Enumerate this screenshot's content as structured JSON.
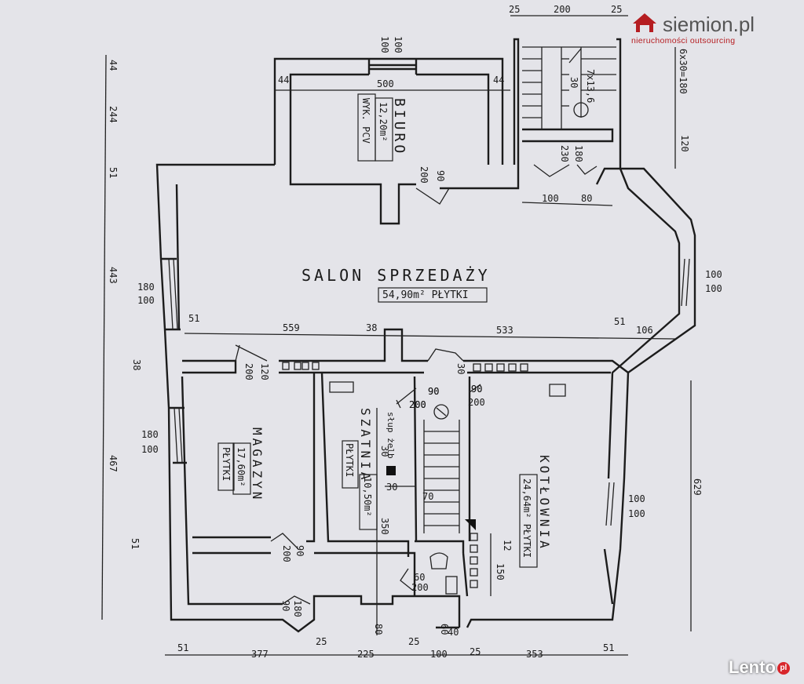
{
  "brand": {
    "name": "siemion.pl",
    "tagline": "nieruchomości outsourcing",
    "icon": "house-logo-icon",
    "accent": "#b51d21"
  },
  "watermark": {
    "name": "Lento",
    "suffix": "pl"
  },
  "rooms": {
    "biuro": {
      "name": "BIURO",
      "area": "12,20m²",
      "floor": "WYK. PCV"
    },
    "salon": {
      "name": "SALON  SPRZEDAŻY",
      "area": "54,90m²  PŁYTKI"
    },
    "magazyn": {
      "name": "MAGAZYN",
      "area": "17,60m²",
      "floor": "PŁYTKI"
    },
    "szatnia": {
      "name": "SZATNIA",
      "area": "10,50m²",
      "floor": "PŁYTKI",
      "note": "słup żelb"
    },
    "kotlownia": {
      "name": "KOTŁOWNIA",
      "area": "24,64m²  PŁYTKI"
    }
  },
  "stairs": {
    "top_note": "7x13,6",
    "side_note": "6x30=180"
  },
  "dimensions": {
    "top": [
      "25",
      "200",
      "25"
    ],
    "top_right": [
      "120"
    ],
    "biuro": [
      "100",
      "100",
      "44",
      "500",
      "44"
    ],
    "biuro_door": [
      "90",
      "200"
    ],
    "stair_top": [
      "30",
      "180",
      "230",
      "100",
      "80"
    ],
    "left": [
      "44",
      "244",
      "51",
      "443",
      "38",
      "467",
      "51"
    ],
    "windows_left": [
      "180",
      "100",
      "180",
      "100"
    ],
    "windows_right": [
      "100",
      "100",
      "100",
      "100"
    ],
    "middle": [
      "51",
      "559",
      "38",
      "533",
      "51",
      "106"
    ],
    "magazyn_door": [
      "120",
      "200"
    ],
    "inner_doors": [
      "90",
      "200",
      "90",
      "200",
      "30",
      "90",
      "90",
      "200"
    ],
    "szatnia": [
      "30",
      "30",
      "70",
      "350"
    ],
    "kotlownia": [
      "12",
      "150"
    ],
    "lower": [
      "90",
      "200",
      "60",
      "200",
      "180",
      "90",
      "80",
      "60",
      "40"
    ],
    "right": [
      "629"
    ],
    "bottom": [
      "51",
      "377",
      "25",
      "225",
      "25",
      "100",
      "25",
      "353",
      "51"
    ]
  }
}
